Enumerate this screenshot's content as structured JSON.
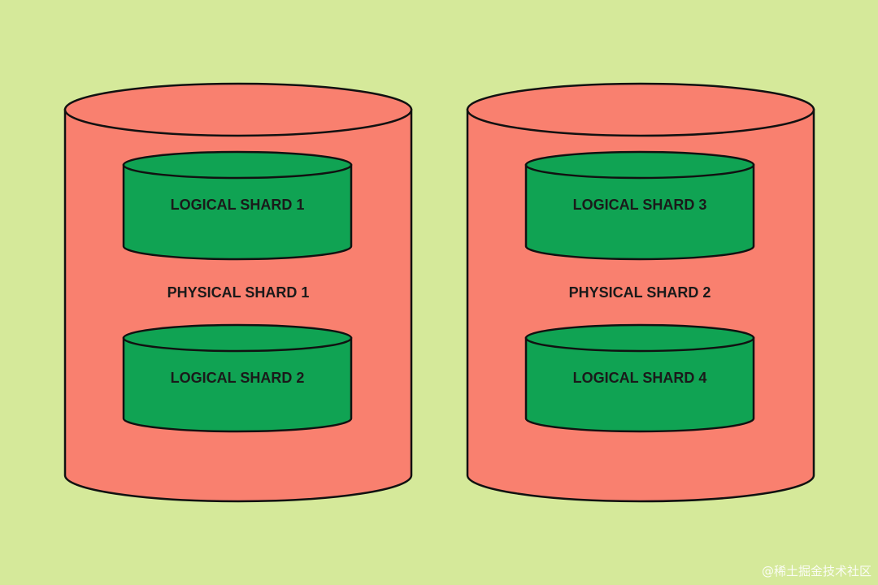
{
  "colors": {
    "background": "#d5e99a",
    "physical_fill": "#f9806f",
    "logical_fill": "#10a353",
    "stroke": "#111111"
  },
  "physical_shards": [
    {
      "label": "PHYSICAL SHARD 1",
      "logical_shards": [
        {
          "label": "LOGICAL SHARD 1"
        },
        {
          "label": "LOGICAL SHARD 2"
        }
      ]
    },
    {
      "label": "PHYSICAL SHARD 2",
      "logical_shards": [
        {
          "label": "LOGICAL SHARD 3"
        },
        {
          "label": "LOGICAL SHARD 4"
        }
      ]
    }
  ],
  "watermark": "@稀土掘金技术社区"
}
